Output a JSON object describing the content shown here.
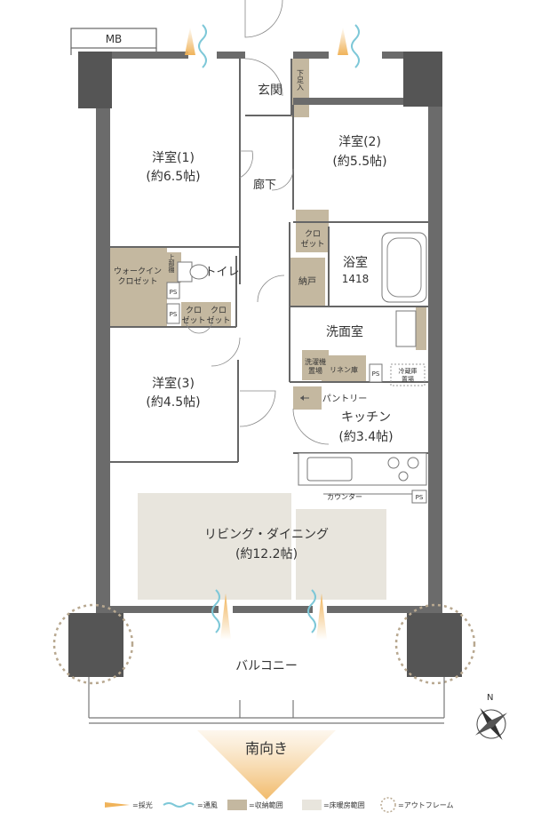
{
  "labels": {
    "mb": "MB",
    "entrance": "玄関",
    "shoe_storage": "下足入",
    "corridor": "廊下",
    "room1_name": "洋室(1)",
    "room1_size": "(約6.5帖)",
    "room2_name": "洋室(2)",
    "room2_size": "(約5.5帖)",
    "room3_name": "洋室(3)",
    "room3_size": "(約4.5帖)",
    "walk_in_closet": "ウォークイン\nクロゼット",
    "upper_shelf": "上部棚",
    "toilet": "トイレ",
    "ps": "PS",
    "closet": "クロ\nゼット",
    "storage": "納戸",
    "bath_name": "浴室",
    "bath_size": "1418",
    "washroom": "洗面室",
    "laundry": "洗濯機\n置場",
    "linen": "リネン庫",
    "fridge": "冷蔵庫\n置場",
    "pantry": "パントリー",
    "kitchen_name": "キッチン",
    "kitchen_size": "(約3.4帖)",
    "counter": "カウンター",
    "living_name": "リビング・ダイニング",
    "living_size": "(約12.2帖)",
    "balcony": "バルコニー",
    "orientation": "南向き",
    "compass_n": "N"
  },
  "legend": [
    {
      "label": "=採光",
      "icon": "light-icon",
      "color": "#f0b35a"
    },
    {
      "label": "=通風",
      "icon": "wind-icon",
      "color": "#7ec8d8"
    },
    {
      "label": "=収納範囲",
      "icon": "storage-swatch",
      "color": "#c4b8a0"
    },
    {
      "label": "=床暖房範囲",
      "icon": "floor-heating-swatch",
      "color": "#e8e5dd"
    },
    {
      "label": "=アウトフレーム",
      "icon": "outframe-icon",
      "color": "#b8a890"
    }
  ],
  "colors": {
    "wall": "#6b6b6b",
    "storage": "#c4b8a0",
    "floor_heating": "#e8e5dd",
    "light": "#f0b35a",
    "wind": "#7ec8d8",
    "outframe": "#b8a890"
  }
}
